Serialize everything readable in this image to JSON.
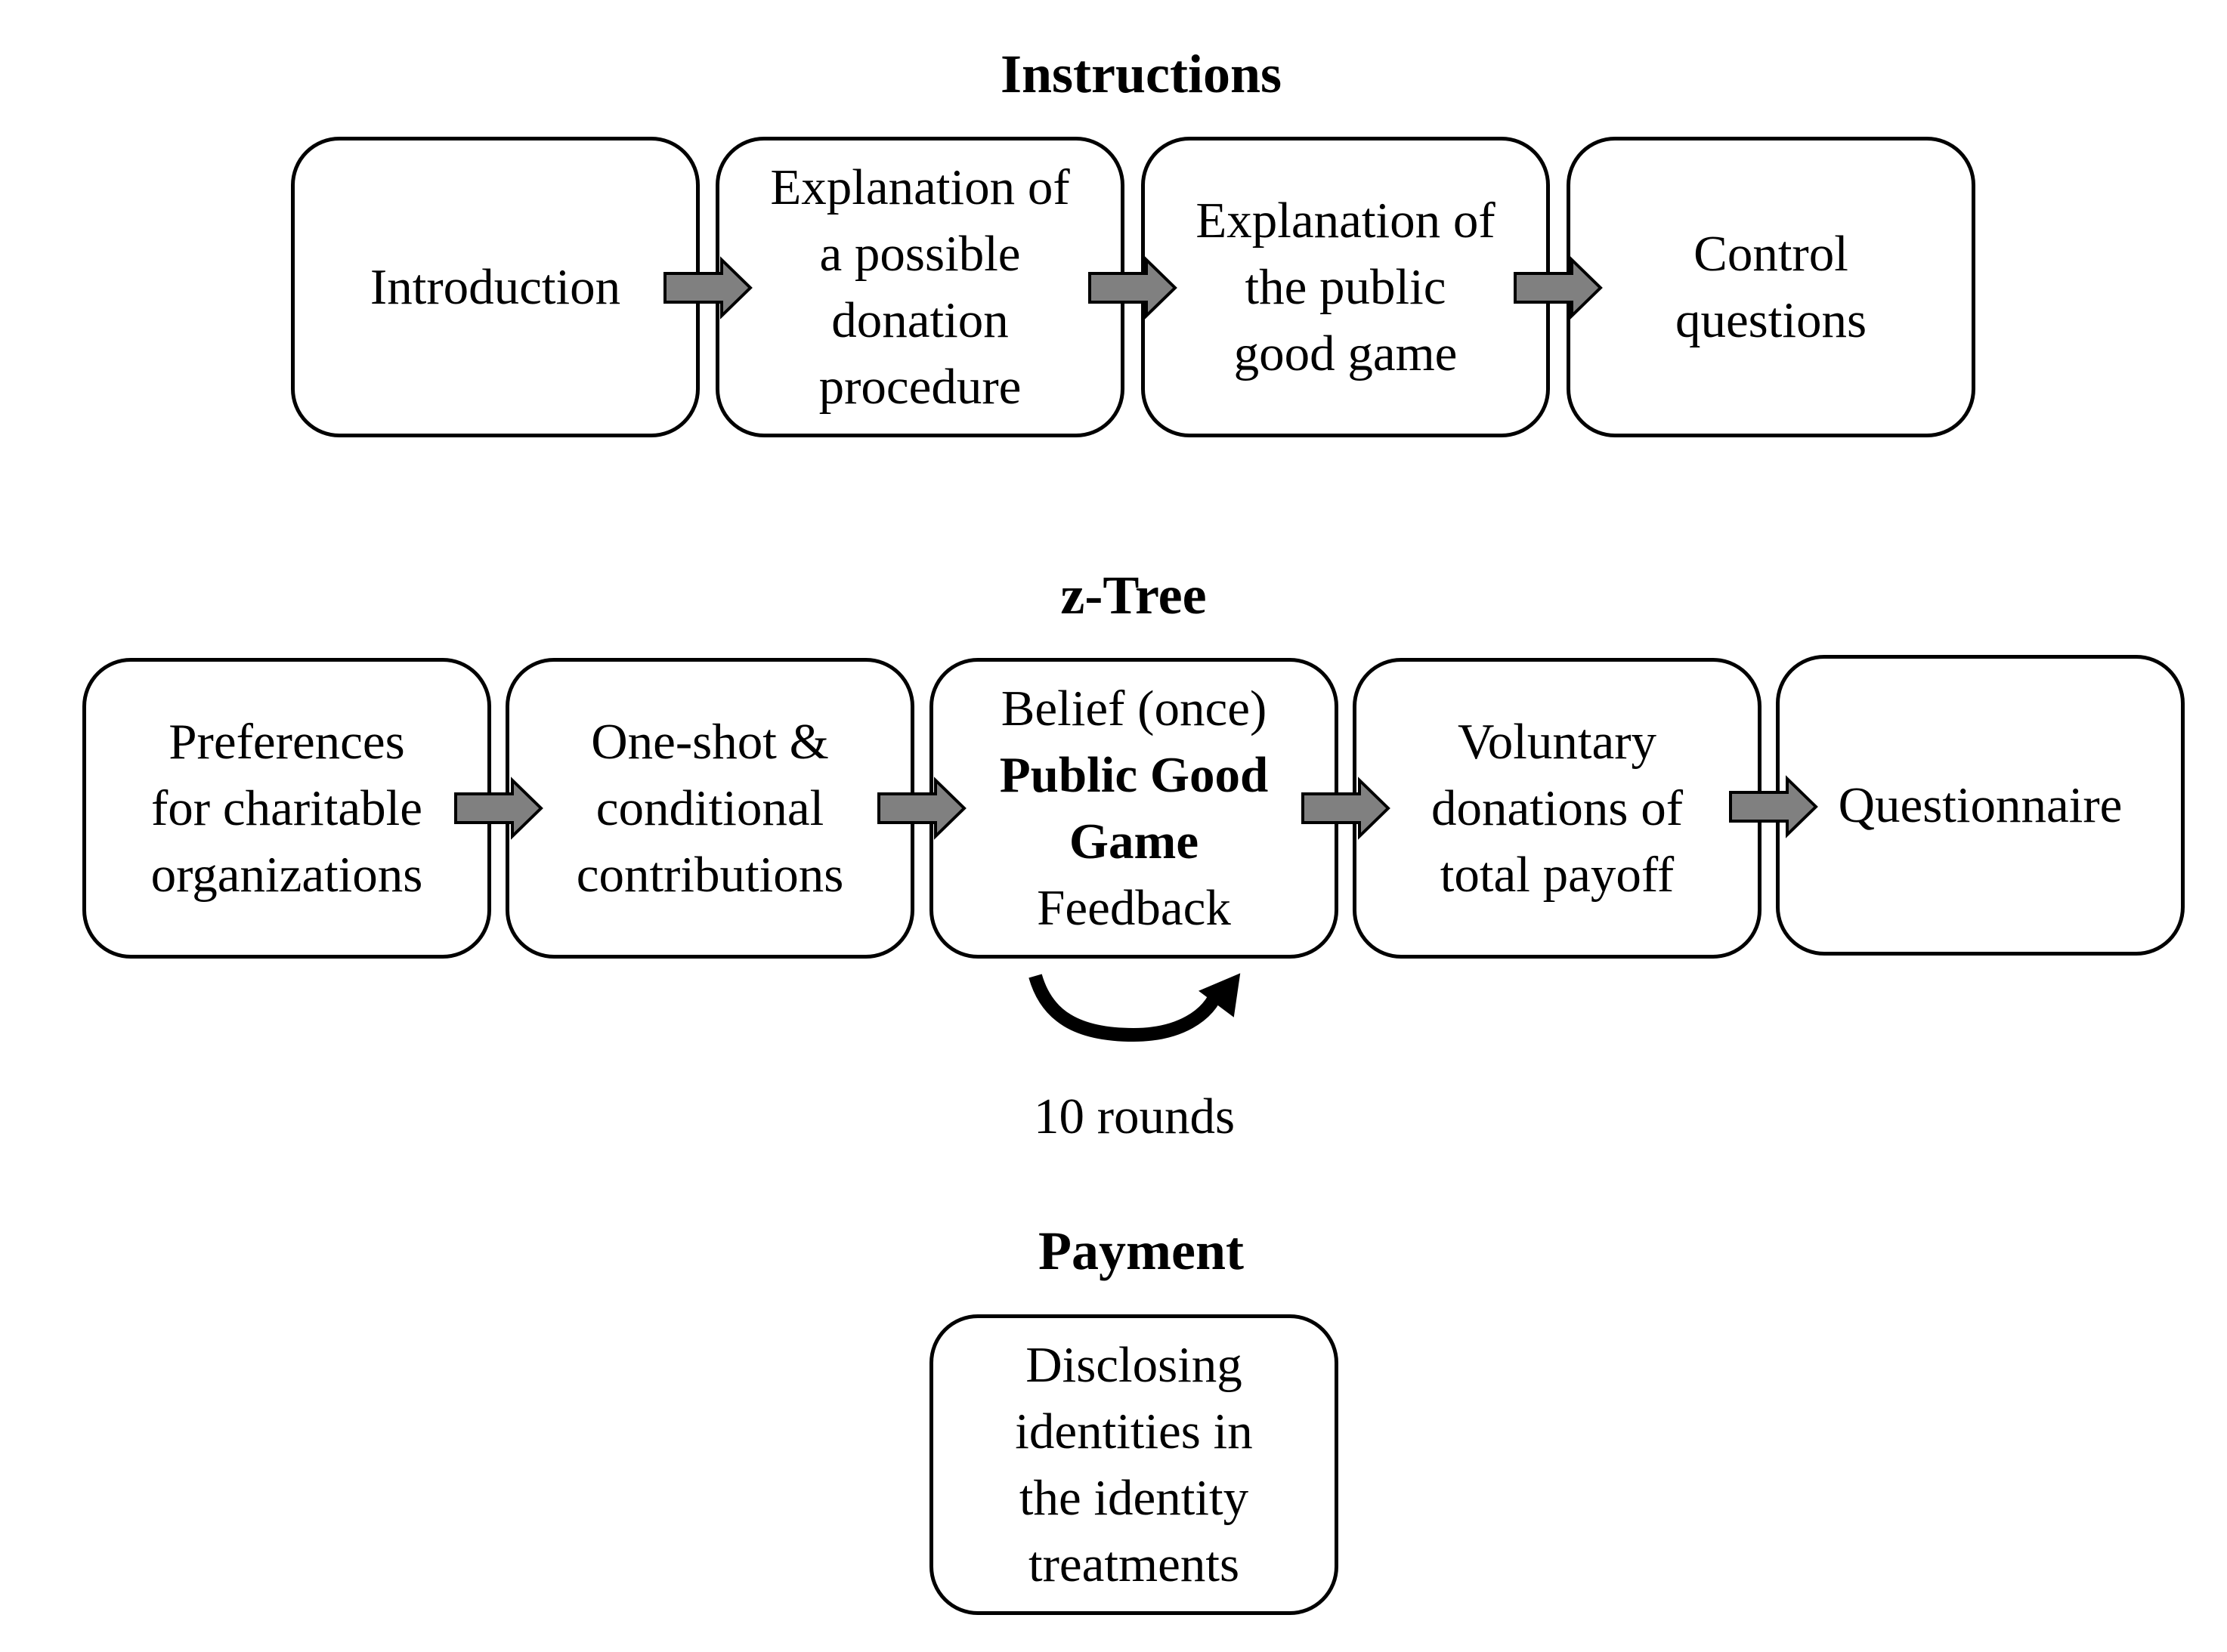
{
  "sections": {
    "instructions": {
      "title": "Instructions",
      "boxes": [
        {
          "lines": [
            "Introduction"
          ]
        },
        {
          "lines": [
            "Explanation of",
            "a possible",
            "donation",
            "procedure"
          ]
        },
        {
          "lines": [
            "Explanation of",
            "the public",
            "good game"
          ]
        },
        {
          "lines": [
            "Control",
            "questions"
          ]
        }
      ]
    },
    "ztree": {
      "title": "z-Tree",
      "boxes": [
        {
          "lines": [
            "Preferences",
            "for charitable",
            "organizations"
          ]
        },
        {
          "lines": [
            "One-shot &",
            "conditional",
            "contributions"
          ]
        },
        {
          "lines": [
            "Belief (once)",
            "Public Good",
            "Game",
            "Feedback"
          ]
        },
        {
          "lines": [
            "Voluntary",
            "donations of",
            "total payoff"
          ]
        },
        {
          "lines": [
            "Questionnaire"
          ]
        }
      ],
      "loop_label": "10 rounds"
    },
    "payment": {
      "title": "Payment",
      "boxes": [
        {
          "lines": [
            "Disclosing",
            "identities in",
            "the identity",
            "treatments"
          ]
        }
      ]
    }
  },
  "colors": {
    "arrow_fill": "#808080",
    "stroke": "#000000"
  }
}
